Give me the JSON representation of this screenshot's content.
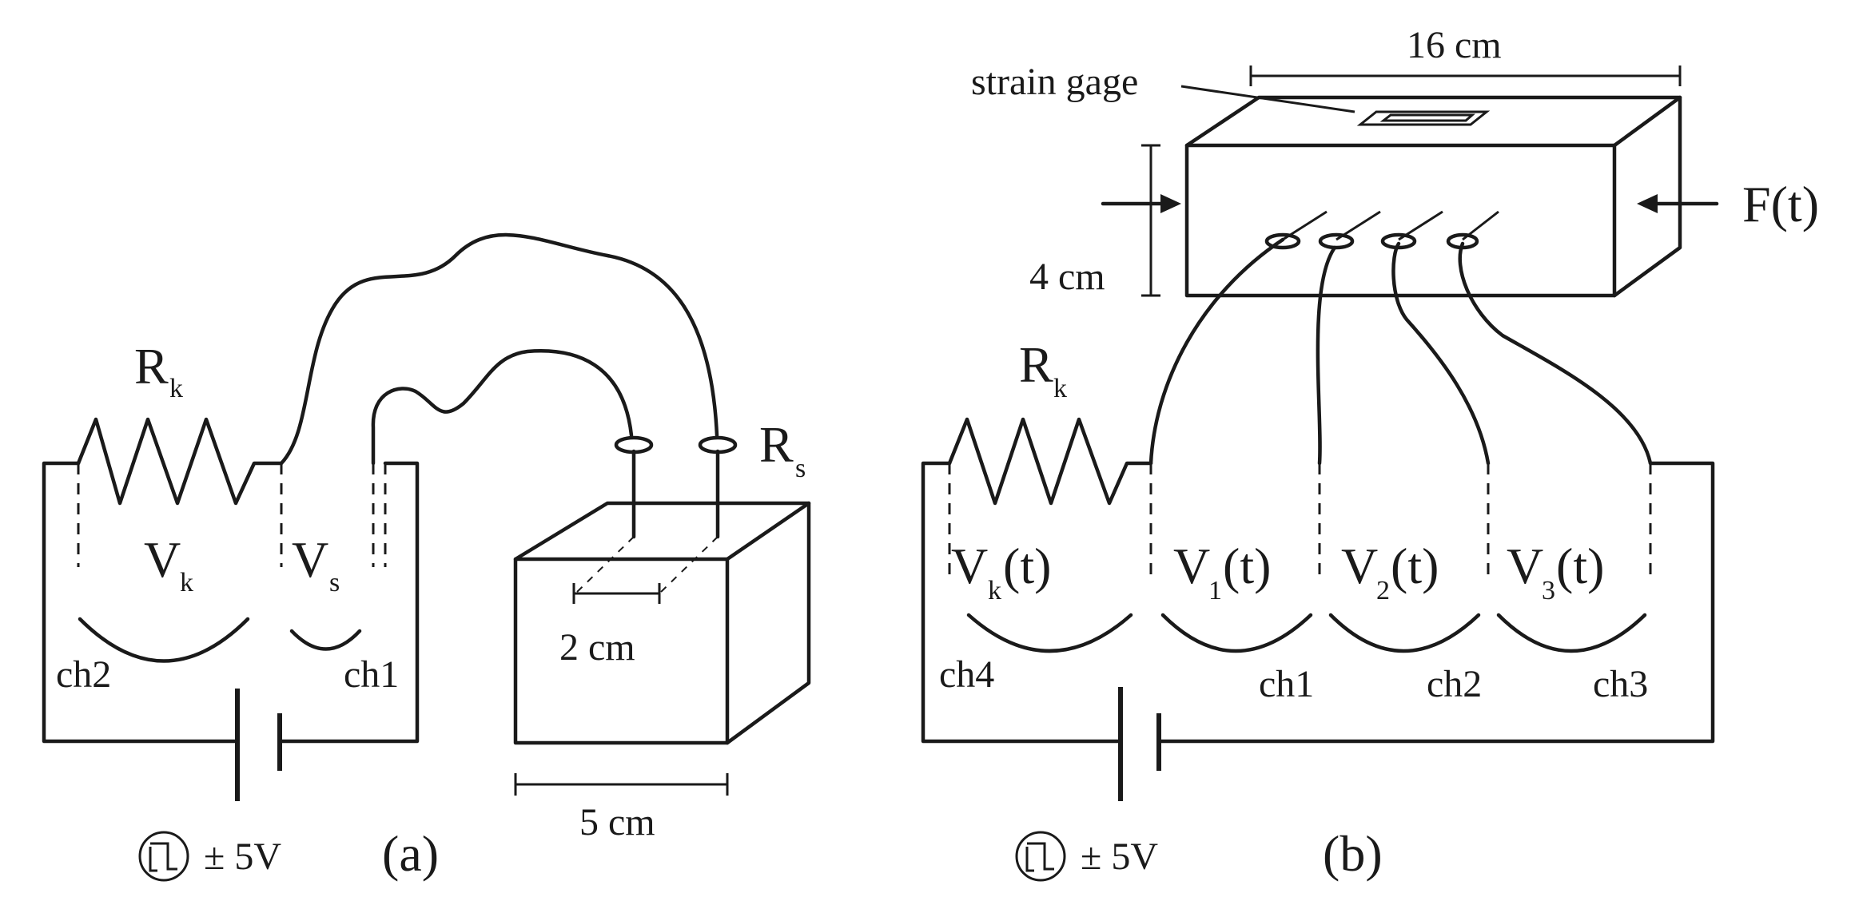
{
  "panel_a": {
    "label": "(a)",
    "resistor_label": "R",
    "resistor_sub": "k",
    "sample_resistor_label": "R",
    "sample_resistor_sub": "s",
    "voltage_k": "V",
    "voltage_k_sub": "k",
    "voltage_s": "V",
    "voltage_s_sub": "s",
    "channel_left": "ch2",
    "channel_right": "ch1",
    "electrode_spacing": "2 cm",
    "block_width": "5 cm",
    "source_label": "± 5V"
  },
  "panel_b": {
    "label": "(b)",
    "resistor_label": "R",
    "resistor_sub": "k",
    "strain_gage_label": "strain gage",
    "length_label": "16 cm",
    "height_label": "4 cm",
    "force_label": "F(t)",
    "voltages": [
      {
        "main": "V",
        "sub": "k",
        "suffix": "(t)"
      },
      {
        "main": "V",
        "sub": "1",
        "suffix": "(t)"
      },
      {
        "main": "V",
        "sub": "2",
        "suffix": "(t)"
      },
      {
        "main": "V",
        "sub": "3",
        "suffix": "(t)"
      }
    ],
    "channels": [
      "ch4",
      "ch1",
      "ch2",
      "ch3"
    ],
    "source_label": "± 5V"
  }
}
